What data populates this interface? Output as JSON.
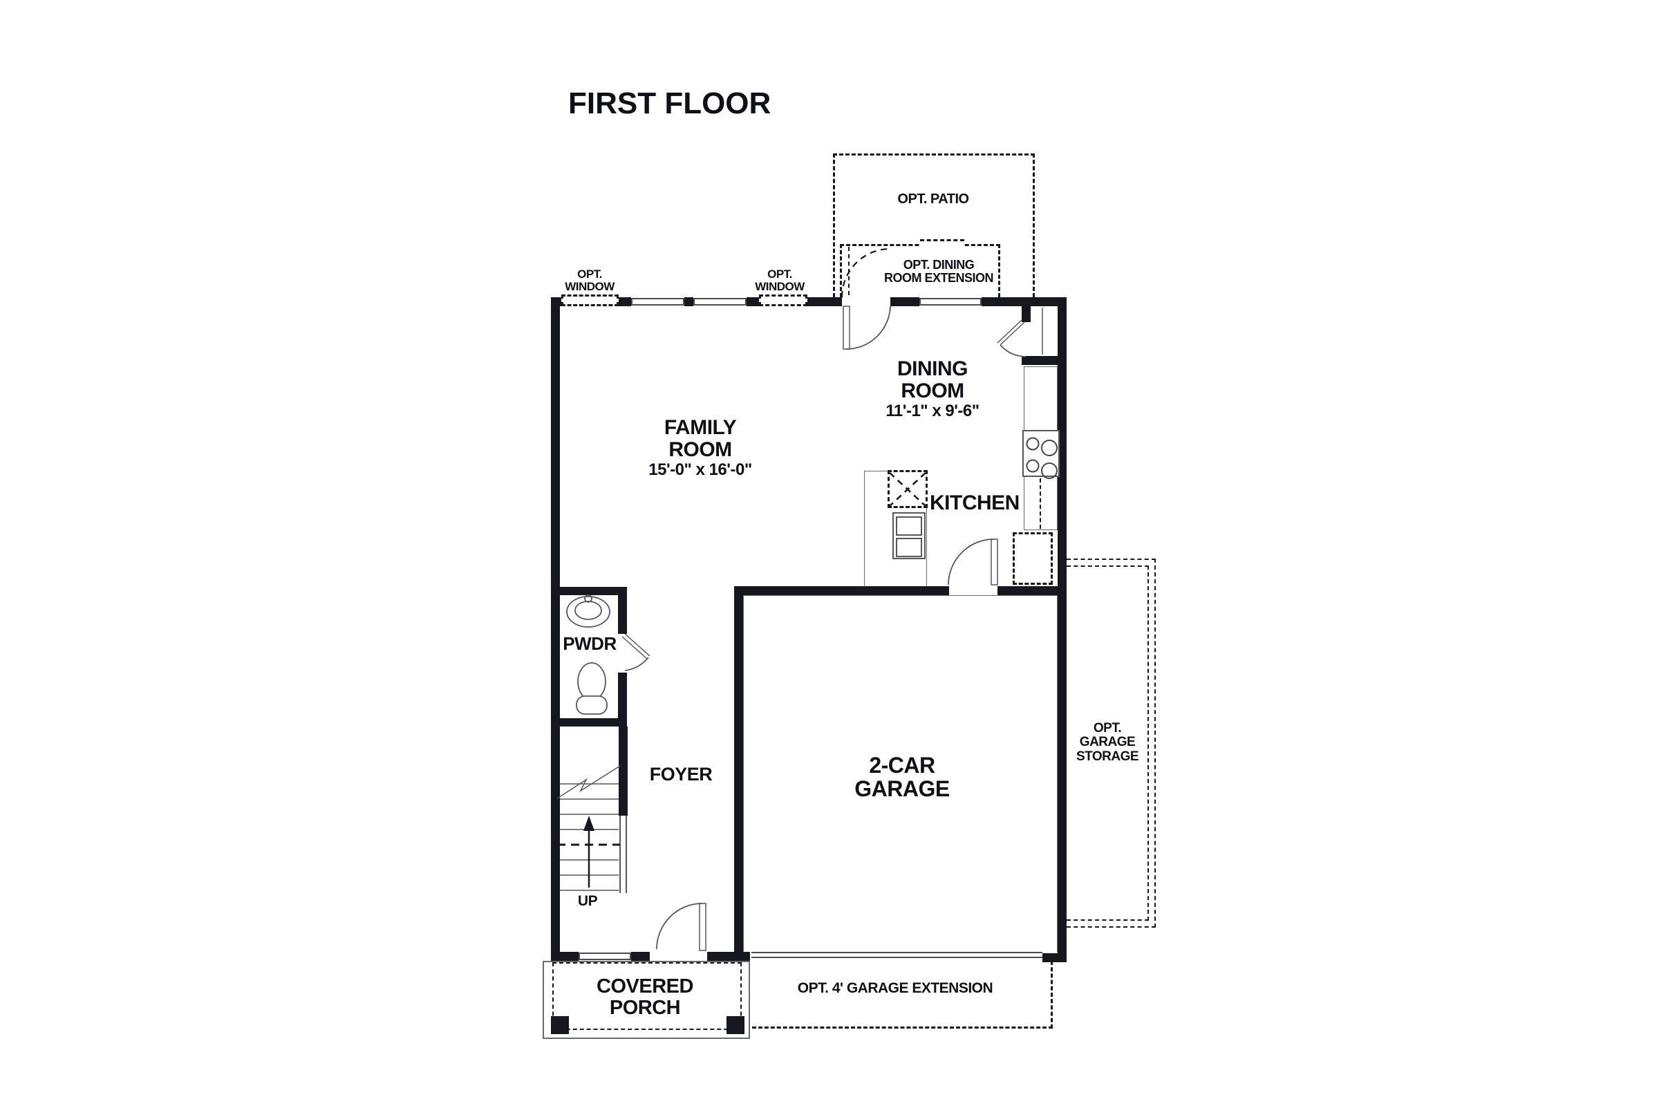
{
  "title": "FIRST FLOOR",
  "palette": {
    "wall": "#17171f",
    "thin_line": "#55555d",
    "text": "#101018",
    "background": "#ffffff"
  },
  "rooms": {
    "family": {
      "line1": "FAMILY",
      "line2": "ROOM",
      "dims": "15'-0\" x 16'-0\""
    },
    "dining": {
      "line1": "DINING",
      "line2": "ROOM",
      "dims": "11'-1\" x 9'-6\""
    },
    "kitchen": {
      "label": "KITCHEN"
    },
    "powder": {
      "label": "PWDR"
    },
    "foyer": {
      "label": "FOYER"
    },
    "garage": {
      "line1": "2-CAR",
      "line2": "GARAGE"
    },
    "porch": {
      "line1": "COVERED",
      "line2": "PORCH"
    }
  },
  "stairs": {
    "direction_label": "UP"
  },
  "optional_features": {
    "patio": "OPT. PATIO",
    "dining_extension": {
      "line1": "OPT. DINING",
      "line2": "ROOM EXTENSION"
    },
    "window": {
      "line1": "OPT.",
      "line2": "WINDOW"
    },
    "garage_storage": {
      "line1": "OPT.",
      "line2": "GARAGE",
      "line3": "STORAGE"
    },
    "garage_extension": "OPT. 4' GARAGE EXTENSION"
  }
}
